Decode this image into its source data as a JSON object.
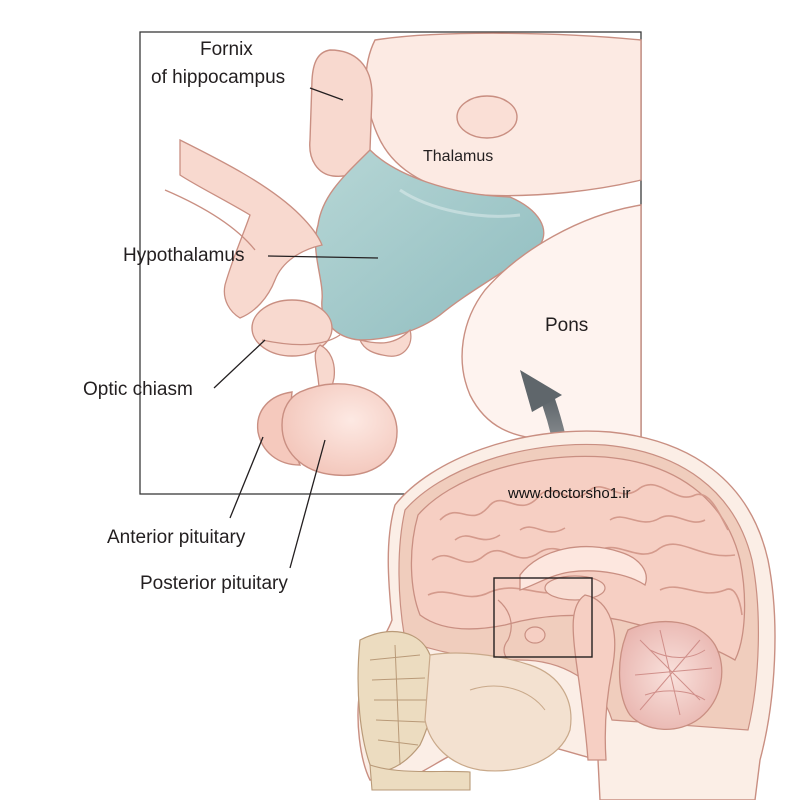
{
  "labels": {
    "fornix_line1": "Fornix",
    "fornix_line2": "of hippocampus",
    "thalamus": "Thalamus",
    "hypothalamus": "Hypothalamus",
    "pons": "Pons",
    "optic_chiasm": "Optic chiasm",
    "anterior_pituitary": "Anterior pituitary",
    "posterior_pituitary": "Posterior pituitary"
  },
  "watermark": "www.doctorsho1.ir",
  "colors": {
    "tissue": "#f8d9cf",
    "tissue_light": "#fceae3",
    "outline": "#c98f82",
    "ventricle": "#9fc8c9",
    "arrow": "#6d7479",
    "frame": "#3a3a3a",
    "bone": "#ecdcc0"
  }
}
